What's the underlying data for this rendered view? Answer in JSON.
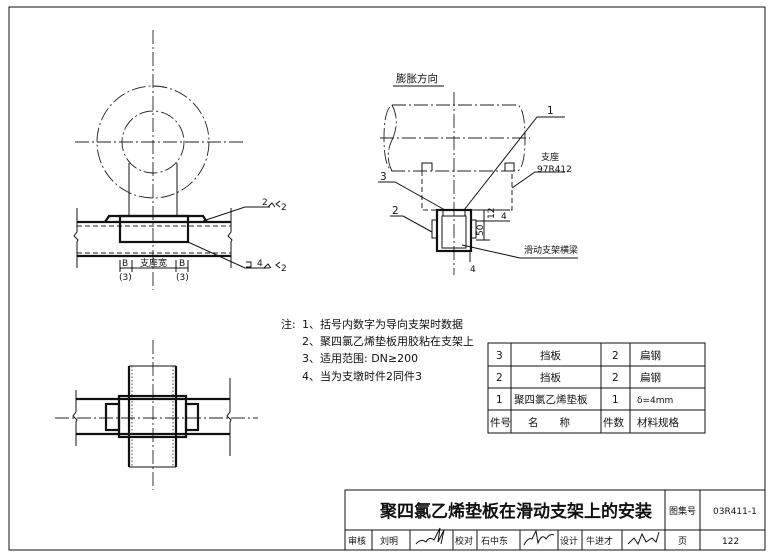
{
  "elevation": {
    "weld_top": {
      "size": "2",
      "ref": "2"
    },
    "weld_bottom": {
      "size": "4",
      "ref": "2"
    },
    "dim_left": "B",
    "dim_left_alt": "(3)",
    "dim_center": "支座宽",
    "dim_right": "B",
    "dim_right_alt": "(3)"
  },
  "side_view": {
    "direction_label": "膨胀方向",
    "callout_1": "1",
    "callout_2": "2",
    "callout_3": "3",
    "support_label": "支座",
    "support_code": "97R412",
    "beam_label": "滑动支架横梁",
    "dim_top": "4",
    "dim_height": "50",
    "dim_bottom": "4",
    "dim_small": "12"
  },
  "notes": {
    "prefix": "注:",
    "items": [
      "1、括号内数字为导向支架时数据",
      "2、聚四氯乙烯垫板用胶粘在支架上",
      "3、适用范围: DN≥200",
      "4、当为支墩时件2同件3"
    ]
  },
  "parts_table": {
    "rows": [
      {
        "no": "3",
        "name": "挡板",
        "qty": "2",
        "spec": "扁钢"
      },
      {
        "no": "2",
        "name": "挡板",
        "qty": "2",
        "spec": "扁钢"
      },
      {
        "no": "1",
        "name": "聚四氯乙烯垫板",
        "qty": "1",
        "spec": "δ=4mm"
      }
    ],
    "header": {
      "no": "件号",
      "name": "名　　称",
      "qty": "件数",
      "spec": "材料规格"
    }
  },
  "title_block": {
    "title": "聚四氯乙烯垫板在滑动支架上的安装",
    "atlas_label": "图集号",
    "atlas_no": "03R411-1",
    "review_label": "审核",
    "reviewer": "刘明",
    "check_label": "校对",
    "checker": "石中东",
    "design_label": "设计",
    "designer": "牛进才",
    "page_label": "页",
    "page_no": "122"
  }
}
